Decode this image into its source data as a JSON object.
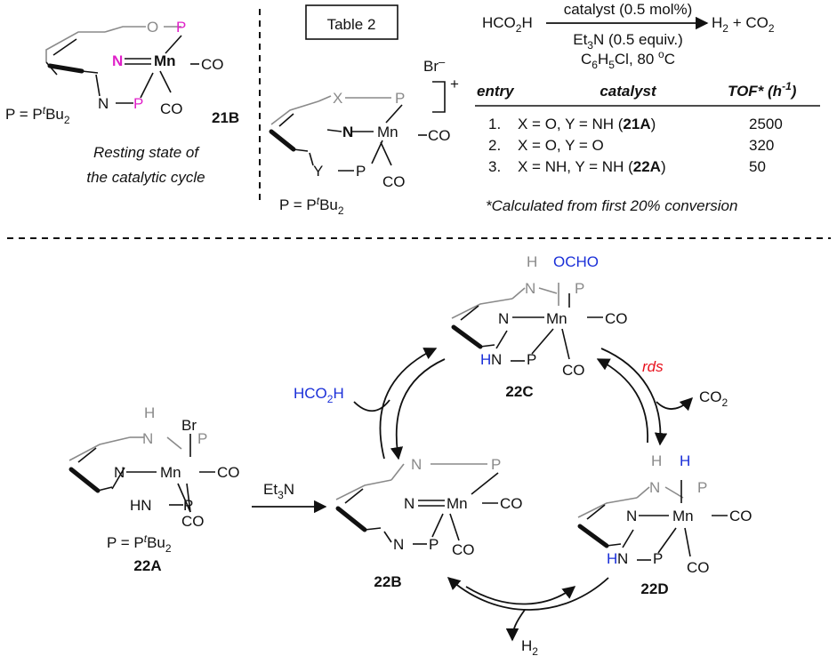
{
  "atoms": {
    "mn": "Mn",
    "n": "N",
    "p": "P",
    "o": "O",
    "x": "X",
    "y": "Y",
    "co": "CO",
    "h": "H",
    "hn": "HN",
    "br": "Br",
    "br_anion": "Br",
    "minus": "–",
    "plus": "+",
    "nh_right": "N"
  },
  "top_left": {
    "p_def_prefix": "P = P",
    "p_def_t": "t",
    "p_def_suffix": "Bu",
    "p_def_sub": "2",
    "label": "21B",
    "caption_line1": "Resting state of",
    "caption_line2": "the catalytic cycle"
  },
  "table": {
    "title": "Table 2",
    "reaction": {
      "reactant_main": "HCO",
      "reactant_sub": "2",
      "reactant_end": "H",
      "above_arrow": "catalyst (0.5 mol%)",
      "below_1_a": "Et",
      "below_1_sub": "3",
      "below_1_b": "N (0.5 equiv.)",
      "below_2_a": "C",
      "below_2_s1": "6",
      "below_2_b": "H",
      "below_2_s2": "5",
      "below_2_c": "Cl, 80 ",
      "below_2_sup": "o",
      "below_2_d": "C",
      "product_a": "H",
      "product_sub1": "2",
      "product_b": " + CO",
      "product_sub2": "2"
    },
    "columns": {
      "entry": "entry",
      "catalyst": "catalyst",
      "tof_a": "TOF* (h",
      "tof_sup": "-1",
      "tof_b": ")"
    },
    "rows": [
      {
        "entry": "1.",
        "catalyst_a": "X = O, Y = NH (",
        "catalyst_b": "21A",
        "catalyst_c": ")",
        "tof": "2500"
      },
      {
        "entry": "2.",
        "catalyst_a": "X = O, Y = O",
        "catalyst_b": "",
        "catalyst_c": "",
        "tof": "320"
      },
      {
        "entry": "3.",
        "catalyst_a": "X = NH, Y = NH (",
        "catalyst_b": "22A",
        "catalyst_c": ")",
        "tof": "50"
      }
    ],
    "footnote": "*Calculated from first 20% conversion",
    "p_def_prefix": "P = P",
    "p_def_t": "t",
    "p_def_suffix": "Bu",
    "p_def_sub": "2"
  },
  "cycle": {
    "label_22A": "22A",
    "label_22B": "22B",
    "label_22C": "22C",
    "label_22D": "22D",
    "p_def_prefix": "P = P",
    "p_def_t": "t",
    "p_def_suffix": "Bu",
    "p_def_sub": "2",
    "reagent_et3n_a": "Et",
    "reagent_et3n_sub": "3",
    "reagent_et3n_b": "N",
    "hco2h_a": "HCO",
    "hco2h_sub": "2",
    "hco2h_b": "H",
    "formate": "OCHO",
    "rds": "rds",
    "co2_a": "CO",
    "co2_sub": "2",
    "h2_a": "H",
    "h2_sub": "2"
  },
  "colors": {
    "text": "#111111",
    "ligand_arm": "#8a8a8a",
    "highlight_blue": "#1a2fd8",
    "highlight_magenta": "#e020c8",
    "rds": "#e8101c"
  }
}
